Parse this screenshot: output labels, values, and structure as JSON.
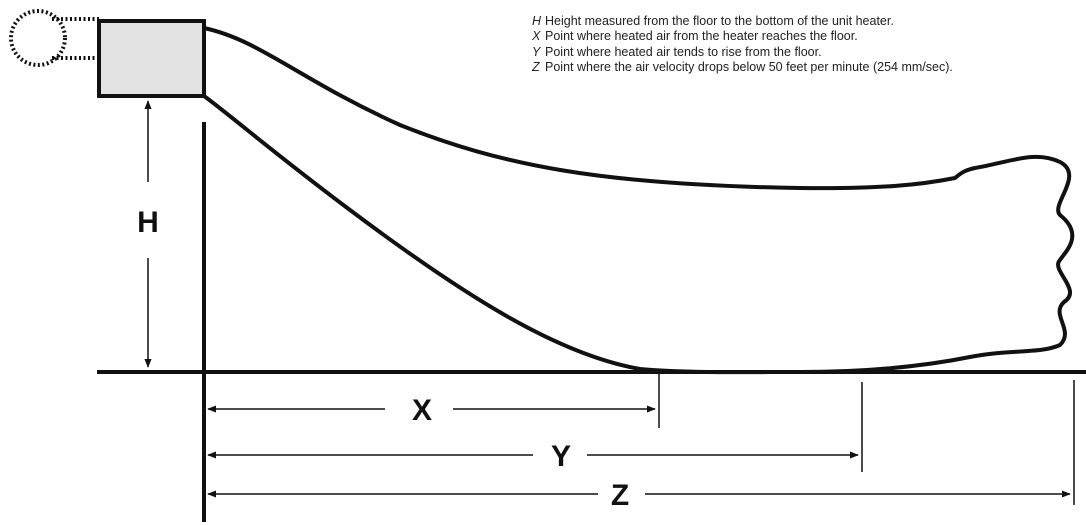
{
  "labels": {
    "h": "H",
    "x": "X",
    "y": "Y",
    "z": "Z"
  },
  "legend": [
    {
      "letter": "H",
      "text": "Height measured from the floor to the bottom of the unit heater."
    },
    {
      "letter": "X",
      "text": "Point where heated air from the heater reaches the floor."
    },
    {
      "letter": "Y",
      "text": "Point where heated air tends to rise from the floor."
    },
    {
      "letter": "Z",
      "text": "Point where the air velocity drops below 50 feet per minute (254 mm/sec)."
    }
  ],
  "colors": {
    "line": "#111111",
    "heater_fill": "#e3e3e3"
  }
}
